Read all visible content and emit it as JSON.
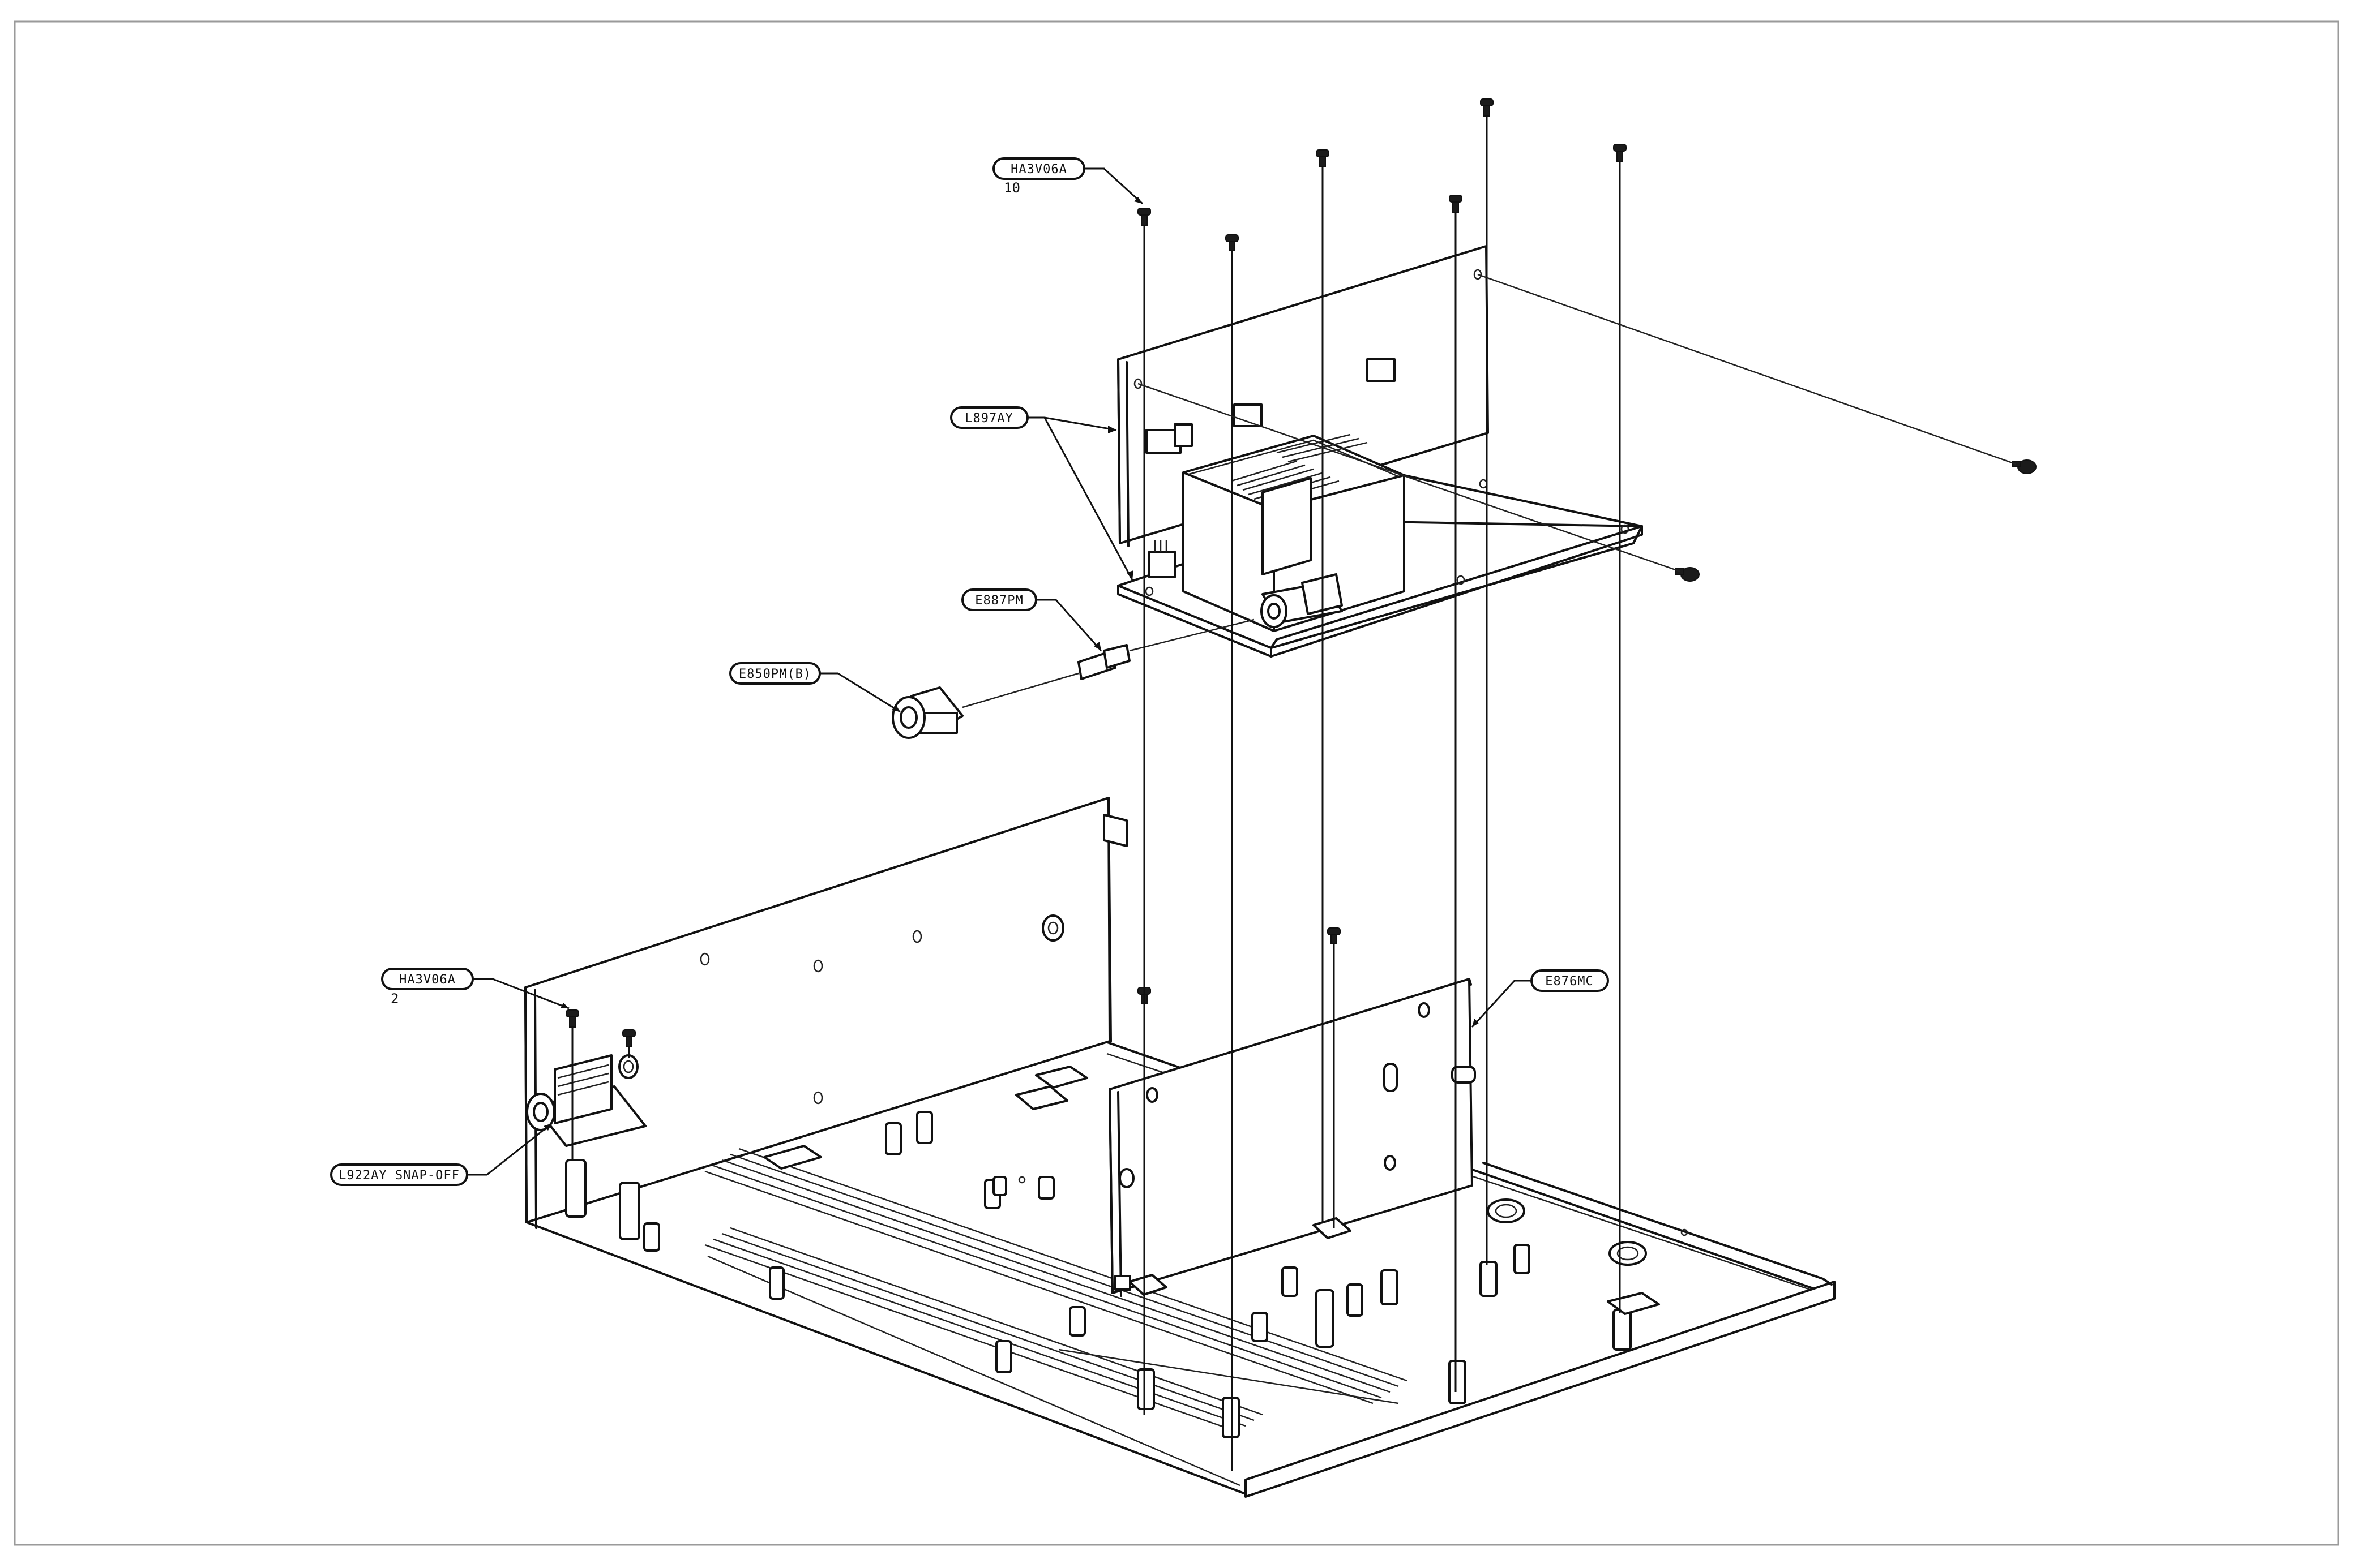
{
  "callouts": [
    {
      "id": "c1",
      "label": "HA3V06A",
      "qty": "10"
    },
    {
      "id": "c2",
      "label": "L897AY",
      "qty": ""
    },
    {
      "id": "c3",
      "label": "E887PM",
      "qty": ""
    },
    {
      "id": "c4",
      "label": "E850PM(B)",
      "qty": ""
    },
    {
      "id": "c5",
      "label": "HA3V06A",
      "qty": "2"
    },
    {
      "id": "c6",
      "label": "E876MC",
      "qty": ""
    },
    {
      "id": "c7",
      "label": "L922AY SNAP-OFF",
      "qty": ""
    }
  ],
  "colors": {
    "ink": "#111111",
    "paper": "#ffffff",
    "frame": "#9a9a9a"
  }
}
